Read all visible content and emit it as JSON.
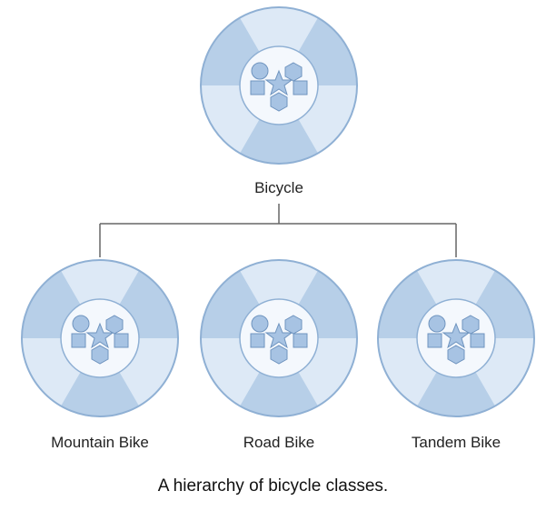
{
  "diagram": {
    "root": {
      "label": "Bicycle"
    },
    "children": [
      {
        "label": "Mountain Bike"
      },
      {
        "label": "Road Bike"
      },
      {
        "label": "Tandem Bike"
      }
    ]
  },
  "caption": "A hierarchy of bicycle classes.",
  "colors": {
    "segment_light": "#dde9f6",
    "segment_dark": "#b7cfe8",
    "rim": "#8fb0d4",
    "center_fill": "#f4f8fd",
    "shape_fill": "#a7c3e3",
    "shape_stroke": "#6f94bf",
    "connector": "#666666"
  },
  "icons": [
    "object-wheel-icon",
    "circle-icon",
    "hexagon-icon",
    "star-icon",
    "square-icon"
  ]
}
